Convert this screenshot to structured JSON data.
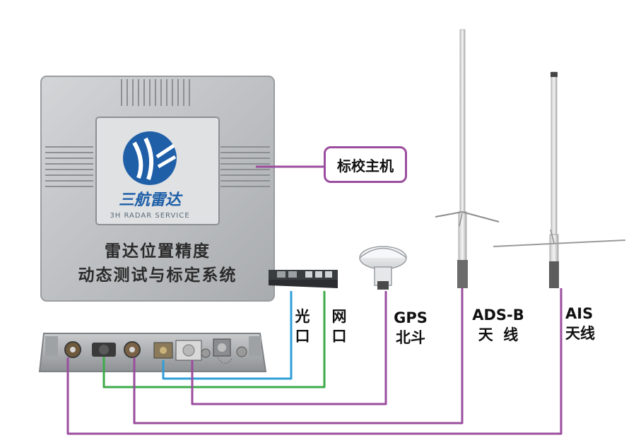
{
  "device": {
    "plate_line1": "雷达位置精度",
    "plate_line2": "动态测试与标定系统",
    "logo_name": "三航雷达",
    "logo_sub": "3H RADAR SERVICE"
  },
  "callout": {
    "label": "标校主机"
  },
  "ports": {
    "optical": {
      "line1": "光",
      "line2": "口"
    },
    "network": {
      "line1": "网",
      "line2": "口"
    }
  },
  "gps": {
    "line1": "GPS",
    "line2": "北斗"
  },
  "adsb": {
    "line1": "ADS-B",
    "line2": "天  线"
  },
  "ais": {
    "line1": "AIS",
    "line2": "天线"
  },
  "colors": {
    "purple": "#9b4d9e",
    "green": "#3daa4a",
    "blue": "#2f9ed8",
    "device_gray": "#b9bcbf",
    "logo_blue": "#1e5fa8"
  }
}
